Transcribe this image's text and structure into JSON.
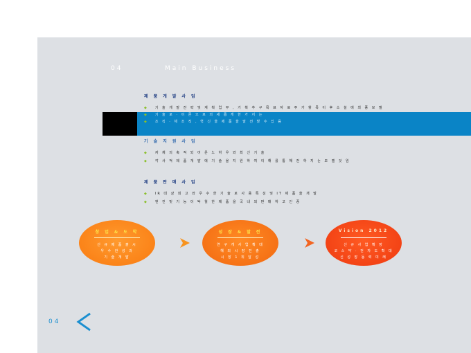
{
  "header": {
    "number": "04",
    "title": "Main Business"
  },
  "sections": [
    {
      "title": "제 품 개 발 사 업",
      "bullets": [
        "기 술 개 발 전 략 및 계 획 업 무 , 기 획 추 구 목 표 자 료 주 가 항 목 이 후 소 설 에 최 종 모 델",
        "기 술 로 · 이 론 으 로 의 새 롭 게 한 가 지 는",
        "조 직 · 체 조 직 , 혁 신 을 제 품 을 발 전 할 수 있 음"
      ]
    },
    {
      "title": "기 술 지 원 사 업",
      "bullets": [
        "자 체 의 축 적 되 어 온 노 하 우 와 최 신 기 술",
        "각 사 적 제 품 개 발 에 기 술 을 지 원 하 여 이 해 를 통 해 전 하 지 는 모 델 것 임"
      ]
    },
    {
      "title": "제 품 판 매 사 업",
      "bullets": [
        "IR 대 상 회 고 와 우 수 한 기 술 로 사 용 특 성 및 IT 제 품 을 개 발",
        "엔 진 및 기 능 이 탁 월 한 제 품 을 국 내 외 판 매 하 고 인 증"
      ]
    }
  ],
  "stages": [
    {
      "title": "창 업 & 도 약",
      "lines": [
        "신 규 제 품 출 시",
        "우 수 한 성 과",
        "기 술 개 발"
      ]
    },
    {
      "title": "성 장 & 발 전",
      "lines": [
        "연 구 개 사 업 확 대",
        "해 외 시 장 진 출",
        "시 장 1 위 달 성"
      ]
    },
    {
      "title": "Vision 2012",
      "lines": [
        "신 규 사 업 확 장",
        "코 스 닥 · 전 자 도 확 대",
        "신 성 장 동 력 미 래"
      ]
    }
  ],
  "page_number": "04",
  "colors": {
    "band": "#0a84c6",
    "bullet": "#8bbf2a",
    "accent": "#1b8fd0",
    "arrow": "#f7931e"
  }
}
